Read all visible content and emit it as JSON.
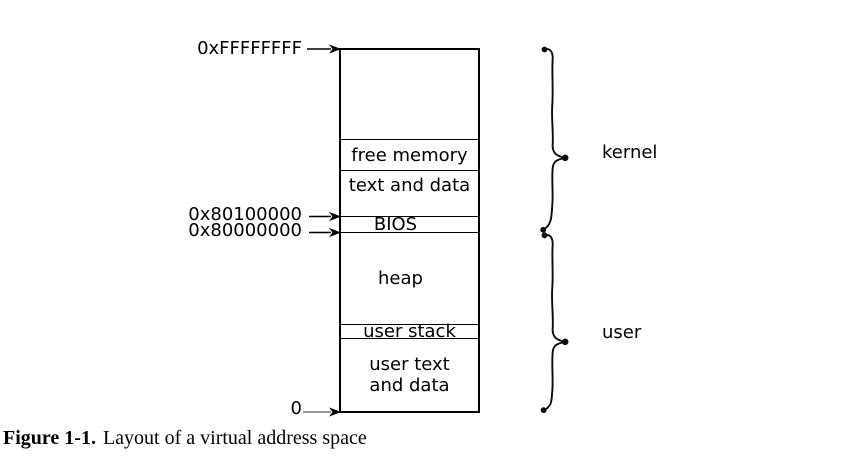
{
  "diagram": {
    "address_labels": [
      {
        "text": "0xFFFFFFFF"
      },
      {
        "text": "0x80100000"
      },
      {
        "text": "0x80000000"
      },
      {
        "text": "0"
      }
    ],
    "segments": [
      {
        "label": ""
      },
      {
        "label": "free memory"
      },
      {
        "label": "text and data"
      },
      {
        "label": "BIOS"
      },
      {
        "label": "heap"
      },
      {
        "label": "user stack"
      },
      {
        "label": "user text\nand data"
      }
    ],
    "braces": [
      {
        "label": "kernel"
      },
      {
        "label": "user"
      }
    ]
  },
  "caption": {
    "figure_number": "Figure 1-1.",
    "text": "Layout of a virtual address space"
  }
}
